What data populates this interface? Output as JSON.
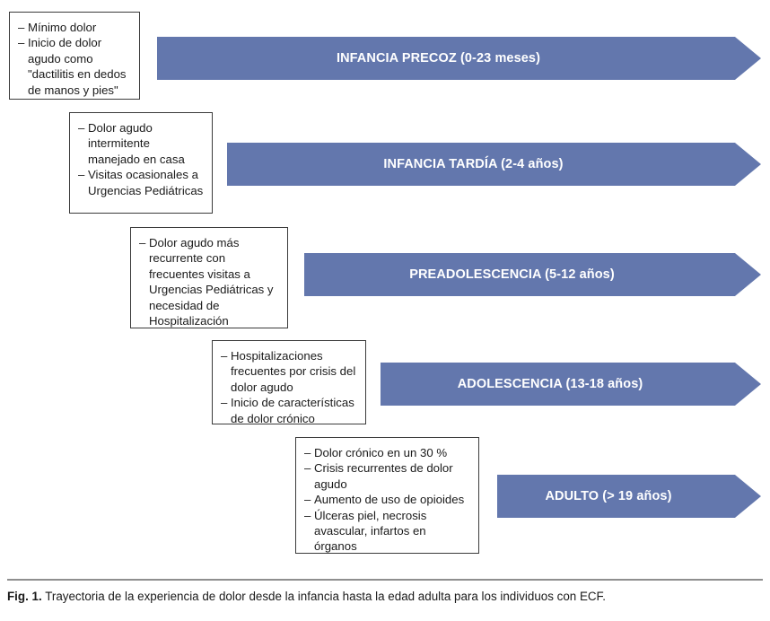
{
  "figure": {
    "arrow_color": "#6377ad",
    "arrow_text_color": "#ffffff",
    "box_border_color": "#3b3b3b",
    "stages": [
      {
        "id": "infancia-precoz",
        "label": "INFANCIA PRECOZ (0-23 meses)",
        "bullets": [
          "Mínimo dolor",
          "Inicio de dolor agudo como \"dactilitis en dedos de manos y pies\""
        ]
      },
      {
        "id": "infancia-tardia",
        "label": "INFANCIA TARDÍA (2-4 años)",
        "bullets": [
          "Dolor agudo intermitente manejado en casa",
          "Visitas ocasionales a Urgencias Pediátricas"
        ]
      },
      {
        "id": "preadolescencia",
        "label": "PREADOLESCENCIA (5-12 años)",
        "bullets": [
          "Dolor agudo más recurrente con frecuentes visitas a Urgencias Pediátricas y necesidad de Hospitalización"
        ]
      },
      {
        "id": "adolescencia",
        "label": "ADOLESCENCIA (13-18 años)",
        "bullets": [
          "Hospitalizaciones frecuentes por crisis del dolor agudo",
          "Inicio de características de dolor crónico"
        ]
      },
      {
        "id": "adulto",
        "label": "ADULTO (> 19 años)",
        "bullets": [
          "Dolor crónico en un 30 %",
          "Crisis recurrentes de dolor agudo",
          "Aumento de uso de opioides",
          "Úlceras piel, necrosis avascular, infartos en órganos"
        ]
      }
    ],
    "caption": {
      "label": "Fig. 1.",
      "text": "Trayectoria de la experiencia de dolor desde la infancia hasta la edad adulta para los individuos con ECF."
    }
  }
}
